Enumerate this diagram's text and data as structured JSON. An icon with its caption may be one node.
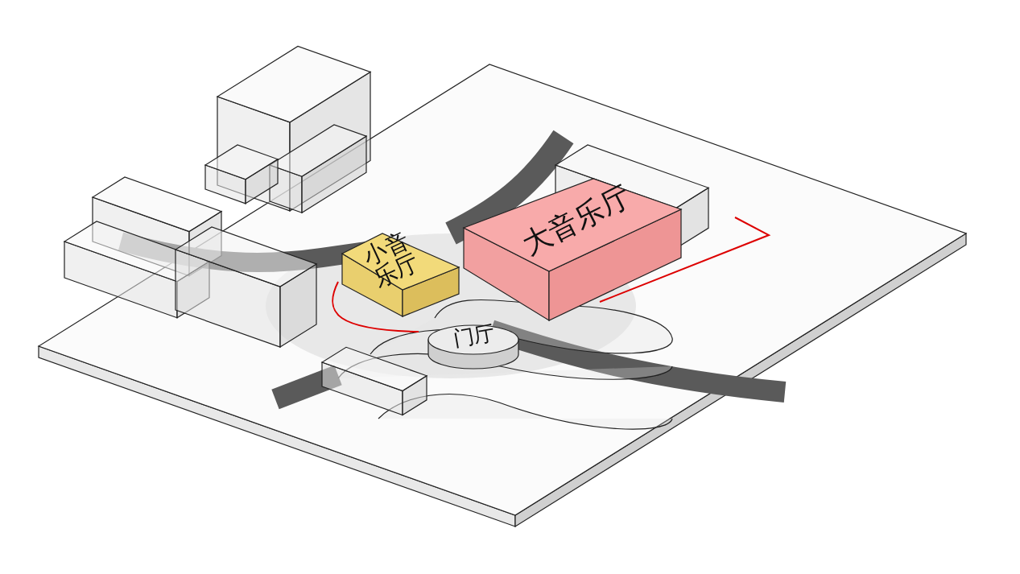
{
  "diagram": {
    "nodes": [
      {
        "text": [
          "大音乐厅"
        ]
      },
      {
        "text": [
          "小音乐厅"
        ]
      },
      {
        "text": [
          "门厅"
        ]
      }
    ]
  }
}
